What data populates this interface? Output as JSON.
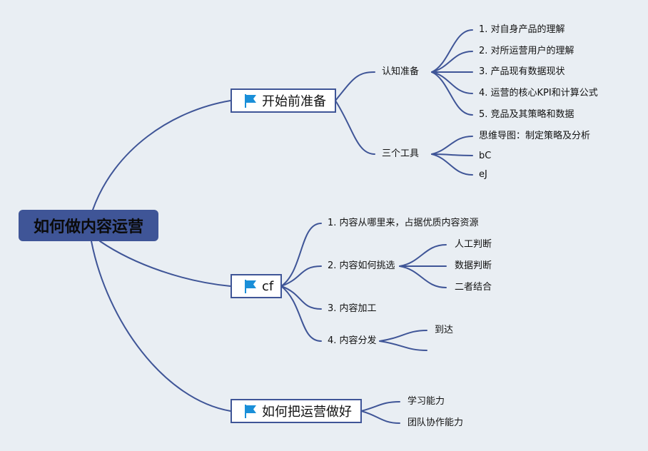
{
  "colors": {
    "line": "#3f5597",
    "root_fill": "#3f5597",
    "background": "#e9eef3",
    "flag": "#1a8fd8"
  },
  "root": {
    "label": "如何做内容运营"
  },
  "branches": [
    {
      "label": "开始前准备",
      "icon": "flag-icon",
      "children": [
        {
          "label": "认知准备",
          "children": [
            "1. 对自身产品的理解",
            "2. 对所运营用户的理解",
            "3. 产品现有数据现状",
            "4. 运营的核心KPI和计算公式",
            "5. 竞品及其策略和数据"
          ]
        },
        {
          "label": "三个工具",
          "children": [
            "思维导图：制定策略及分析",
            "bC",
            "eJ"
          ]
        }
      ]
    },
    {
      "label": "cf",
      "icon": "flag-icon",
      "children": [
        {
          "label": "1. 内容从哪里来，占据优质内容资源",
          "children": []
        },
        {
          "label": "2. 内容如何挑选",
          "children": [
            "人工判断",
            "数据判断",
            "二者结合"
          ]
        },
        {
          "label": "3. 内容加工",
          "children": []
        },
        {
          "label": "4. 内容分发",
          "children": [
            "到达",
            ""
          ]
        }
      ]
    },
    {
      "label": "如何把运营做好",
      "icon": "flag-icon",
      "children": [
        {
          "label": "学习能力",
          "children": []
        },
        {
          "label": "团队协作能力",
          "children": []
        }
      ]
    }
  ]
}
